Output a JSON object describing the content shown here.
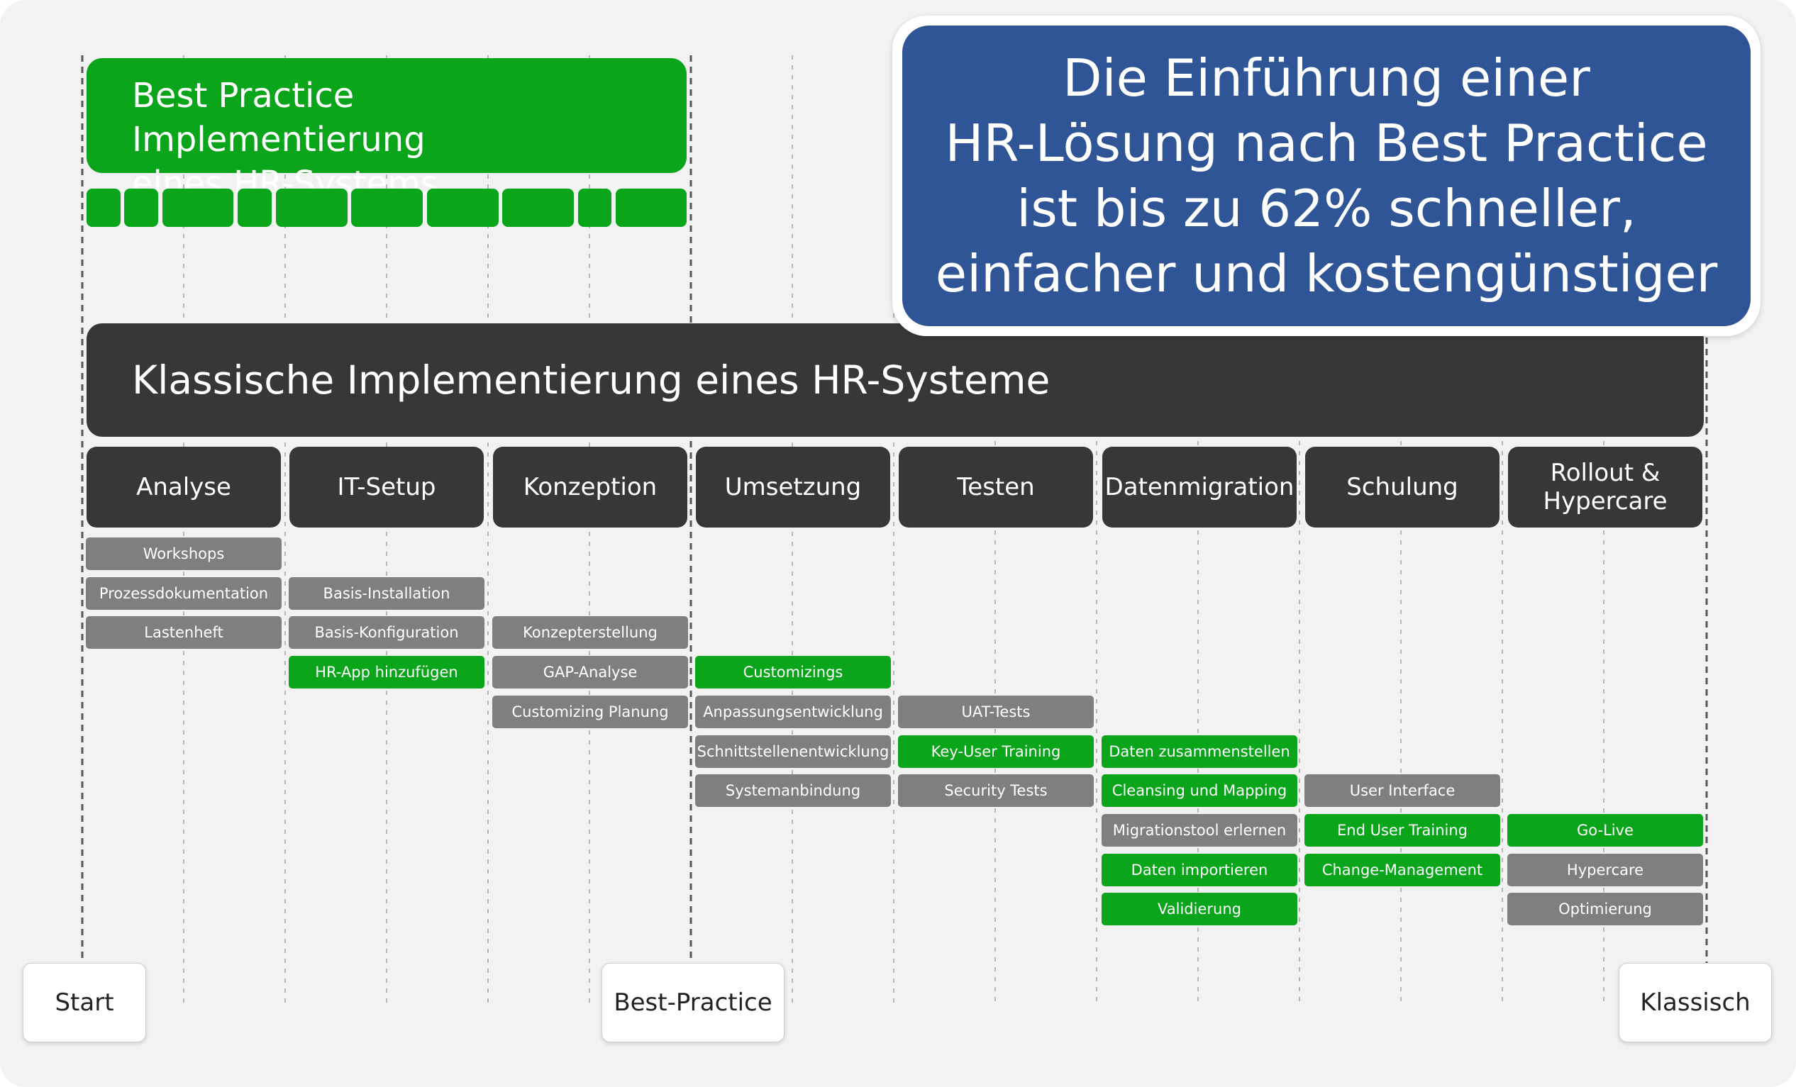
{
  "colors": {
    "green": "#0aa51a",
    "dark": "#383736",
    "gray": "#7f7f7f",
    "blue": "#2f5597",
    "panel": "#f2f2f2"
  },
  "best_practice": {
    "title": "Best Practice Implementierung\neines HR-Systems"
  },
  "callout": {
    "text": "Die Einführung einer\nHR-Lösung nach Best Practice\nist bis zu 62% schneller,\neinfacher und kostengünstiger"
  },
  "classic": {
    "title": "Klassische Implementierung eines HR-Systeme"
  },
  "phases": [
    {
      "label": "Analyse",
      "tasks": [
        {
          "label": "Workshops",
          "status": "gray"
        },
        {
          "label": "Prozessdokumentation",
          "status": "gray"
        },
        {
          "label": "Lastenheft",
          "status": "gray"
        }
      ]
    },
    {
      "label": "IT-Setup",
      "tasks": [
        {
          "label": "Basis-Installation",
          "status": "gray"
        },
        {
          "label": "Basis-Konfiguration",
          "status": "gray"
        },
        {
          "label": "HR-App hinzufügen",
          "status": "green"
        }
      ]
    },
    {
      "label": "Konzeption",
      "tasks": [
        {
          "label": "Konzepterstellung",
          "status": "gray"
        },
        {
          "label": "GAP-Analyse",
          "status": "gray"
        },
        {
          "label": "Customizing Planung",
          "status": "gray"
        }
      ]
    },
    {
      "label": "Umsetzung",
      "tasks": [
        {
          "label": "Customizings",
          "status": "green"
        },
        {
          "label": "Anpassungsentwicklung",
          "status": "gray"
        },
        {
          "label": "Schnittstellenentwicklung",
          "status": "gray"
        },
        {
          "label": "Systemanbindung",
          "status": "gray"
        }
      ]
    },
    {
      "label": "Testen",
      "tasks": [
        {
          "label": "UAT-Tests",
          "status": "gray"
        },
        {
          "label": "Key-User Training",
          "status": "green"
        },
        {
          "label": "Security Tests",
          "status": "gray"
        }
      ]
    },
    {
      "label": "Datenmigration",
      "tasks": [
        {
          "label": "Daten zusammenstellen",
          "status": "green"
        },
        {
          "label": "Cleansing und Mapping",
          "status": "green"
        },
        {
          "label": "Migrationstool erlernen",
          "status": "gray"
        },
        {
          "label": "Daten importieren",
          "status": "green"
        },
        {
          "label": "Validierung",
          "status": "green"
        }
      ]
    },
    {
      "label": "Schulung",
      "tasks": [
        {
          "label": "User Interface",
          "status": "gray"
        },
        {
          "label": "End User Training",
          "status": "green"
        },
        {
          "label": "Change-Management",
          "status": "green"
        }
      ]
    },
    {
      "label": "Rollout &\nHypercare",
      "tasks": [
        {
          "label": "Go-Live",
          "status": "green"
        },
        {
          "label": "Hypercare",
          "status": "gray"
        },
        {
          "label": "Optimierung",
          "status": "gray"
        }
      ]
    }
  ],
  "milestones": {
    "start": "Start",
    "best_practice": "Best-Practice",
    "classic": "Klassisch"
  }
}
